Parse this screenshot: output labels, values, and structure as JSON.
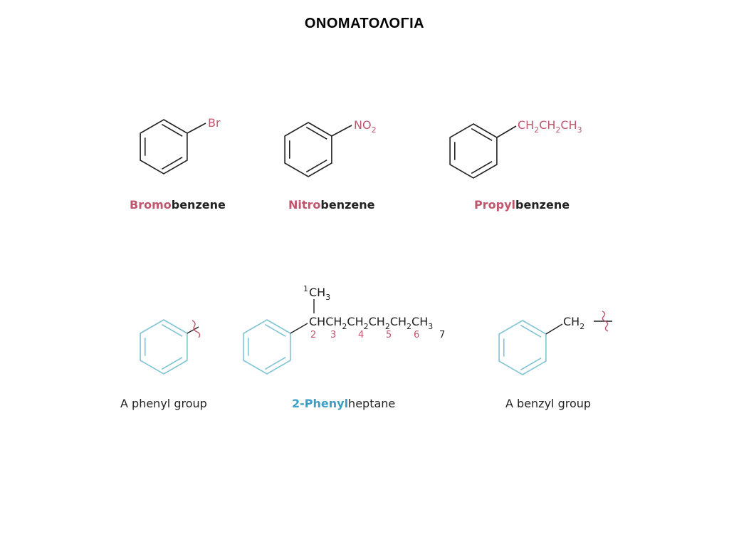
{
  "slide": {
    "title": "ΟΝΟΜΑΤΟΛΟΓΙΑ"
  },
  "colors": {
    "ink": "#222222",
    "substituent_pink": "#c0566e",
    "phenyl_blue": "#7fc4d4",
    "name_blue": "#3aa0c6"
  },
  "compounds": {
    "bromobenzene": {
      "substituent": "Br",
      "name_prefix": "Bromo",
      "name_suffix": "benzene"
    },
    "nitrobenzene": {
      "substituent_main": "NO",
      "substituent_sub": "2",
      "name_prefix": "Nitro",
      "name_suffix": "benzene"
    },
    "propylbenzene": {
      "chain_parts": [
        "CH",
        "2",
        "CH",
        "2",
        "CH",
        "3"
      ],
      "name_prefix": "Propyl",
      "name_suffix": "benzene"
    },
    "phenyl_group": {
      "name": "A phenyl group"
    },
    "phenylheptane": {
      "top_locant": "1",
      "top_group_main": "CH",
      "top_group_sub": "3",
      "chain_parts": [
        "CHCH",
        "2",
        "CH",
        "2",
        "CH",
        "2",
        "CH",
        "2",
        "CH",
        "3"
      ],
      "locants": [
        "2",
        "3",
        "4",
        "5",
        "6",
        "7"
      ],
      "name_prefix": "2-Phenyl",
      "name_suffix": "heptane"
    },
    "benzyl_group": {
      "group_main": "CH",
      "group_sub": "2",
      "name": "A benzyl group"
    }
  }
}
